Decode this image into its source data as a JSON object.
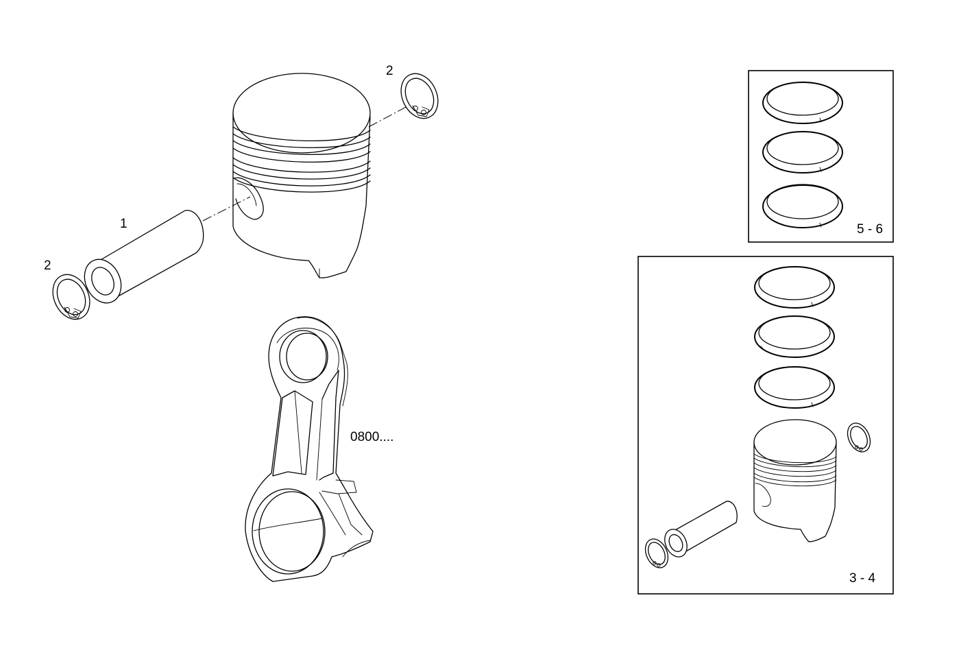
{
  "diagram": {
    "labels": {
      "pin": "1",
      "circlip_top": "2",
      "circlip_left": "2",
      "conrod_ref": "0800....",
      "ring_kit": "5 - 6",
      "piston_kit": "3 - 4"
    },
    "colors": {
      "line": "#000000",
      "background": "#ffffff"
    }
  }
}
